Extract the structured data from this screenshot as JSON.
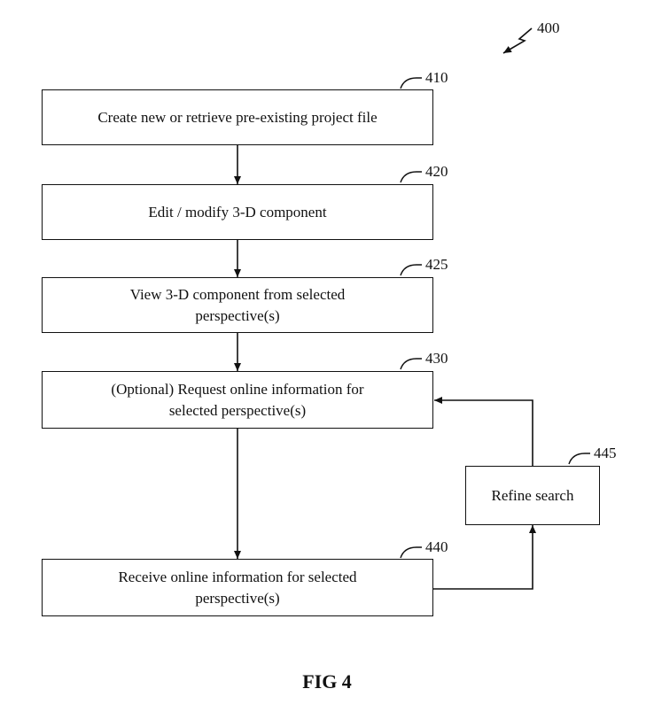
{
  "figure_ref": "400",
  "steps": [
    {
      "ref": "410",
      "label": "Create new or retrieve pre-existing project file"
    },
    {
      "ref": "420",
      "label": "Edit / modify 3-D component"
    },
    {
      "ref": "425",
      "label": "View 3-D component from selected\nperspective(s)"
    },
    {
      "ref": "430",
      "label": "(Optional) Request online information for\nselected perspective(s)"
    },
    {
      "ref": "440",
      "label": "Receive online information for selected\nperspective(s)"
    },
    {
      "ref": "445",
      "label": "Refine search"
    }
  ],
  "caption": "FIG 4"
}
